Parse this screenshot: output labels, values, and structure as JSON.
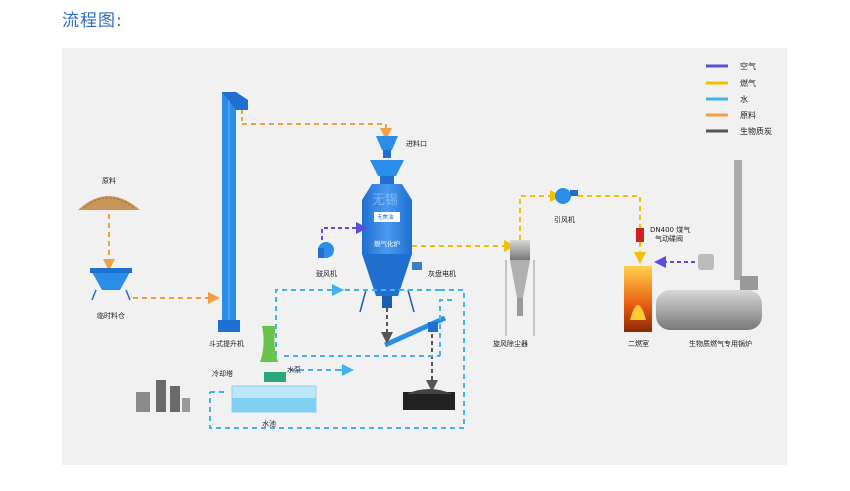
{
  "page_title": "流程图:",
  "legend": [
    {
      "label": "空气",
      "color": "#5a4fd8"
    },
    {
      "label": "燃气",
      "color": "#f2c200"
    },
    {
      "label": "水",
      "color": "#3fb3ea"
    },
    {
      "label": "原料",
      "color": "#f0a040"
    },
    {
      "label": "生物质炭",
      "color": "#555555"
    }
  ],
  "labels": {
    "raw_material": "原料",
    "temp_hopper": "临时料仓",
    "bucket_elevator": "斗式提升机",
    "feed_inlet": "进料口",
    "no_tar": "无焦油",
    "gasifier": "燃气化炉",
    "blower": "鼓风机",
    "ash_motor": "灰盘电机",
    "cyclone": "旋风除尘器",
    "induced_fan": "引风机",
    "valve": "DN400 煤气\n气动碟阀",
    "secondary_chamber": "二燃室",
    "boiler": "生物质燃气专用锅炉",
    "cooling_tower": "冷却塔",
    "water_pump": "水泵",
    "water_pool": "水池"
  },
  "watermark": "无锡"
}
